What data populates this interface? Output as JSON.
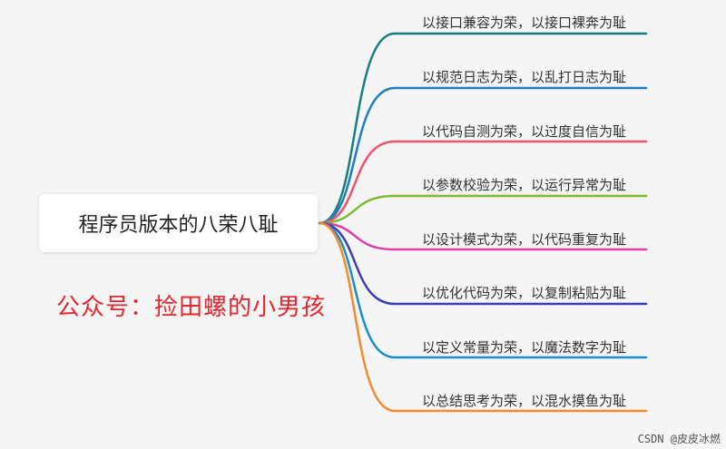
{
  "diagram": {
    "root": {
      "label": "程序员版本的八荣八耻"
    },
    "subtitle": "公众号：捡田螺的小男孩",
    "branches": [
      {
        "label": "以接口兼容为荣，以接口裸奔为耻",
        "color": "#17807e"
      },
      {
        "label": "以规范日志为荣，以乱打日志为耻",
        "color": "#1e7fc0"
      },
      {
        "label": "以代码自测为荣，以过度自信为耻",
        "color": "#f0506e"
      },
      {
        "label": "以参数校验为荣，以运行异常为耻",
        "color": "#7cbd2f"
      },
      {
        "label": "以设计模式为荣，以代码重复为耻",
        "color": "#e23aa6"
      },
      {
        "label": "以优化代码为荣，以复制粘贴为耻",
        "color": "#3f3fb5"
      },
      {
        "label": "以定义常量为荣，以魔法数字为耻",
        "color": "#1a8fc7"
      },
      {
        "label": "以总结思考为荣，以混水摸鱼为耻",
        "color": "#f28a2e"
      }
    ]
  },
  "watermark": "CSDN @皮皮冰燃"
}
